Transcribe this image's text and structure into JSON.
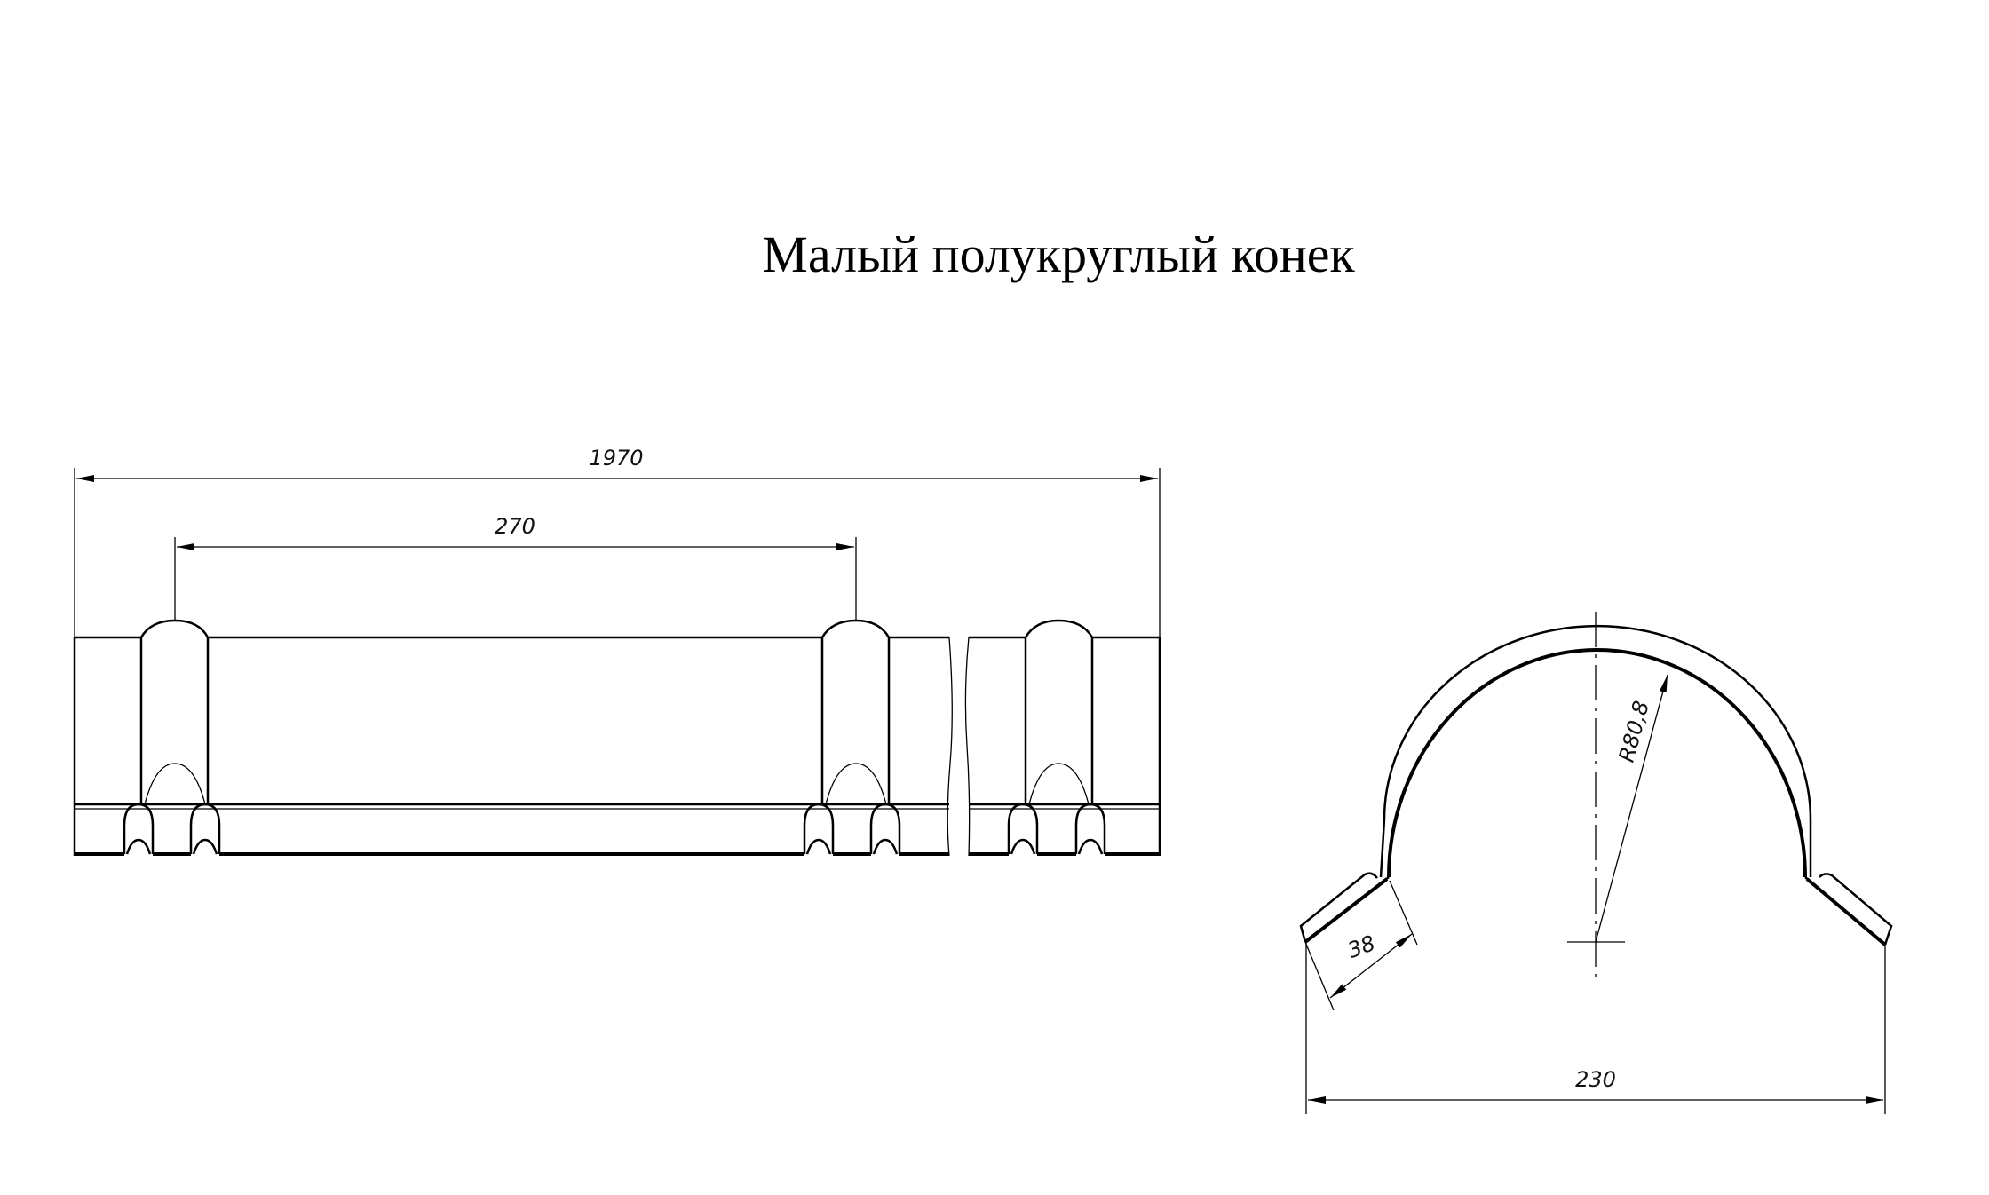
{
  "title": "Малый полукруглый конек",
  "colors": {
    "line": "#000000",
    "background": "#ffffff"
  },
  "side_view": {
    "overall_length_label": "1970",
    "pitch_label": "270"
  },
  "profile_view": {
    "radius_label": "R80,8",
    "flange_label": "38",
    "width_label": "230"
  }
}
